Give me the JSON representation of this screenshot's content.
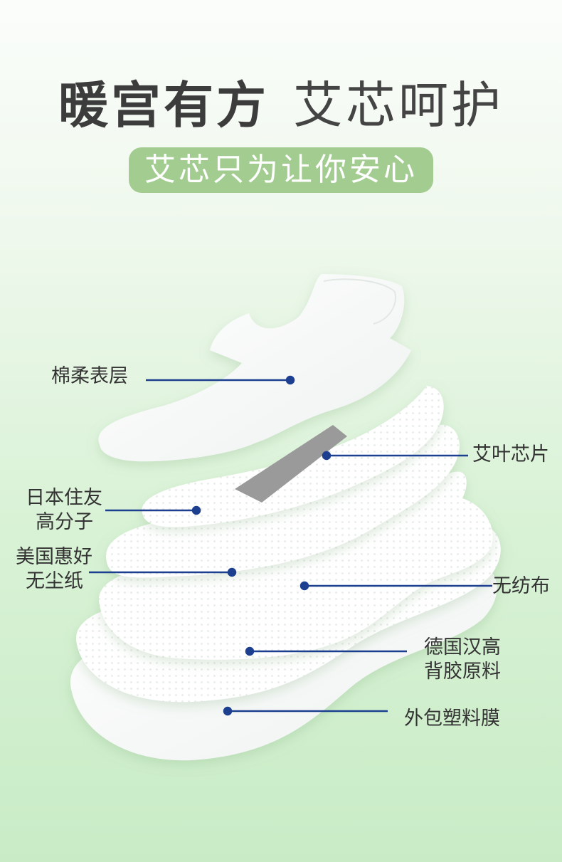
{
  "header": {
    "title_part1": "暖宫有方",
    "title_part2": "艾芯呵护",
    "subtitle": "艾芯只为让你安心"
  },
  "labels": {
    "cotton_surface": "棉柔表层",
    "mugwort_core": "艾叶芯片",
    "polymer_line1": "日本住友",
    "polymer_line2": "高分子",
    "paper_line1": "美国惠好",
    "paper_line2": "无尘纸",
    "nonwoven": "无纺布",
    "adhesive_line1": "德国汉高",
    "adhesive_line2": "背胶原料",
    "film": "外包塑料膜"
  },
  "colors": {
    "pill_bg": "#a3cc91",
    "leader_line": "#1c3f8f",
    "mugwort_strip": "#9a9a9a"
  }
}
